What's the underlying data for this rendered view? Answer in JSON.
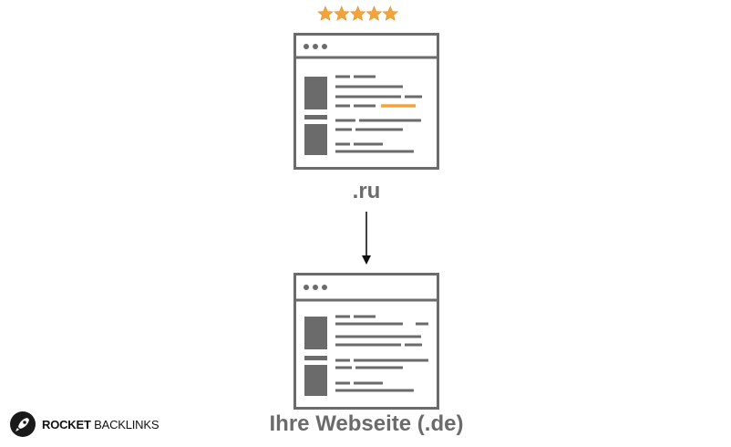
{
  "rating": {
    "stars": 5,
    "color": "#f2a33a"
  },
  "source_site": {
    "label": ".ru",
    "link_highlight_color": "#f2a33a"
  },
  "target_site": {
    "label": "Ihre Webseite (.de)"
  },
  "logo": {
    "brand_bold": "ROCKET",
    "brand_regular": "BACKLINKS"
  },
  "colors": {
    "ink": "#6b6b6b",
    "arrow": "#111111"
  }
}
